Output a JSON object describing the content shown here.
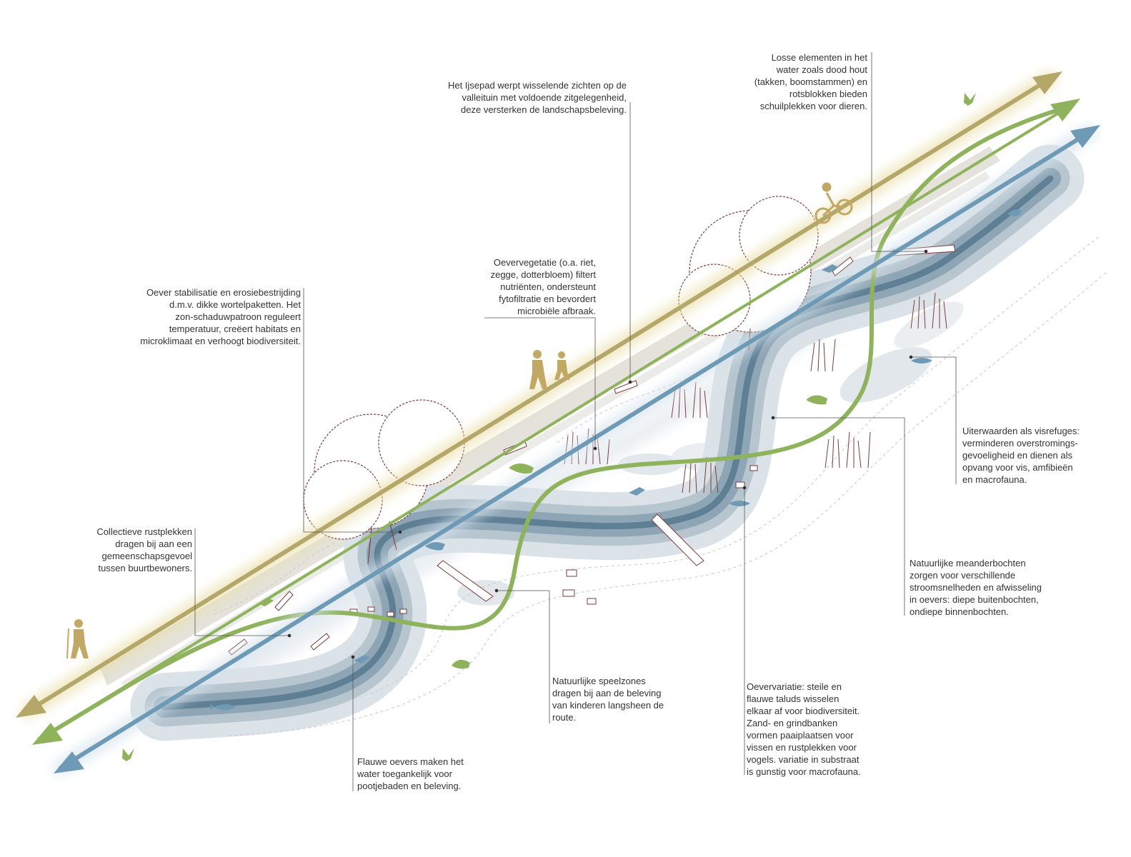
{
  "annotations": {
    "ijsepad": [
      "Het Ijsepad werpt wisselende zichten op de",
      "valleituin met voldoende zitgelegenheid,",
      "deze versterken de landschapsbeleving."
    ],
    "losse_elementen": [
      "Losse elementen in het",
      "water zoals dood hout",
      "(takken, boomstammen) en",
      "rotsblokken bieden",
      "schuilplekken voor dieren."
    ],
    "oeverstabilisatie": [
      "Oever stabilisatie en erosiebestrijding",
      "d.m.v. dikke wortelpaketten. Het",
      "zon-schaduwpatroon reguleert",
      "temperatuur, creëert habitats en",
      "microklimaat en verhoogt biodiversiteit."
    ],
    "oevervegetatie": [
      "Oevervegetatie (o.a. riet,",
      "zegge, dotterbloem) filtert",
      "nutriënten, ondersteunt",
      "fytofiltratie en bevordert",
      "microbiële afbraak."
    ],
    "uiterwaarden": [
      "Uiterwaarden als visrefuges:",
      "verminderen overstromings-",
      "gevoeligheid en dienen als",
      "opvang voor vis, amfibieën",
      "en macrofauna."
    ],
    "rustplekken": [
      "Collectieve rustplekken",
      "dragen bij aan een",
      "gemeenschapsgevoel",
      "tussen buurtbewoners."
    ],
    "meanderbochten": [
      "Natuurlijke meanderbochten",
      "zorgen voor verschillende",
      "stroomsnelheden en afwisseling",
      "in oevers: diepe buitenbochten,",
      "ondiepe binnenbochten."
    ],
    "speelzones": [
      "Natuurlijke speelzones",
      "dragen bij aan de beleving",
      "van kinderen langsheen de",
      "route."
    ],
    "oevervariatie": [
      "Oevervariatie: steile en",
      "flauwe taluds wisselen",
      "elkaar af voor biodiversiteit.",
      "Zand- en grindbanken",
      "vormen paaiplaatsen voor",
      "vissen en rustplekken voor",
      "vogels. variatie in substraat",
      "is gunstig voor macrofauna."
    ],
    "flauwe_oevers": [
      "Flauwe oevers maken het",
      "water toegankelijk voor",
      "pootjebaden en beleving."
    ]
  },
  "colors": {
    "path_brown": "#b5a66a",
    "path_green": "#8fb35c",
    "path_blue": "#6f9ab5",
    "river_dark": "#5f7f95",
    "river_light": "#c5d0d8",
    "tree": "#7a3b3b",
    "icon_gold": "#c2a865"
  }
}
